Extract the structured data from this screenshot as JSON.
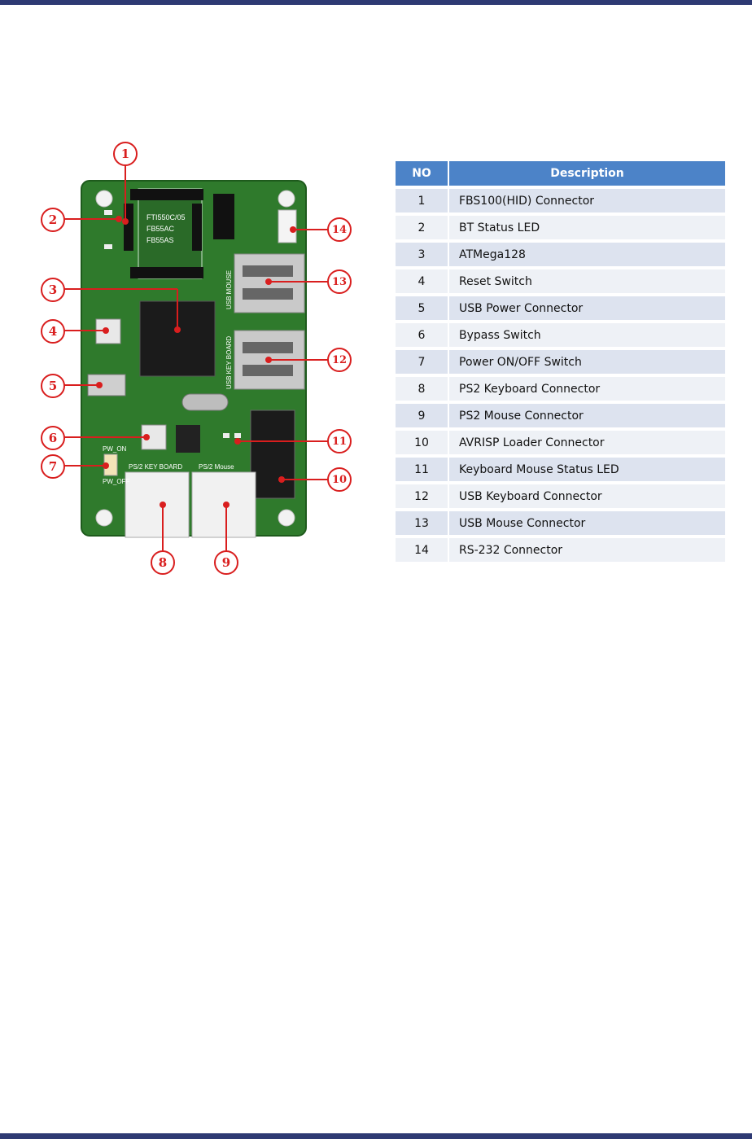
{
  "figure": {
    "callouts": [
      "1",
      "2",
      "3",
      "4",
      "5",
      "6",
      "7",
      "8",
      "9",
      "10",
      "11",
      "12",
      "13",
      "14"
    ],
    "silkscreen": {
      "module_line1": "FTI550C/05",
      "module_line2": "FB55AC",
      "module_line3": "FB55AS",
      "usb_mouse": "USB MOUSE",
      "usb_keyboard": "USB KEY BOARD",
      "ps2_keyboard": "PS/2 KEY BOARD",
      "ps2_mouse": "PS/2 Mouse",
      "pw_on": "PW_ON",
      "pw_off": "PW_OFF"
    }
  },
  "table": {
    "header": {
      "no": "NO",
      "description": "Description"
    },
    "rows": [
      {
        "no": "1",
        "description": "FBS100(HID) Connector"
      },
      {
        "no": "2",
        "description": "BT Status LED"
      },
      {
        "no": "3",
        "description": "ATMega128"
      },
      {
        "no": "4",
        "description": "Reset Switch"
      },
      {
        "no": "5",
        "description": "USB Power Connector"
      },
      {
        "no": "6",
        "description": "Bypass Switch"
      },
      {
        "no": "7",
        "description": "Power ON/OFF Switch"
      },
      {
        "no": "8",
        "description": "PS2 Keyboard Connector"
      },
      {
        "no": "9",
        "description": "PS2 Mouse Connector"
      },
      {
        "no": "10",
        "description": "AVRISP Loader Connector"
      },
      {
        "no": "11",
        "description": "Keyboard Mouse Status LED"
      },
      {
        "no": "12",
        "description": "USB Keyboard Connector"
      },
      {
        "no": "13",
        "description": "USB Mouse Connector"
      },
      {
        "no": "14",
        "description": "RS-232 Connector"
      }
    ]
  },
  "colors": {
    "rule": "#2e3a73",
    "pcb": "#2f7a2c",
    "callout": "#d91e1e",
    "table_header": "#4c83c8"
  }
}
